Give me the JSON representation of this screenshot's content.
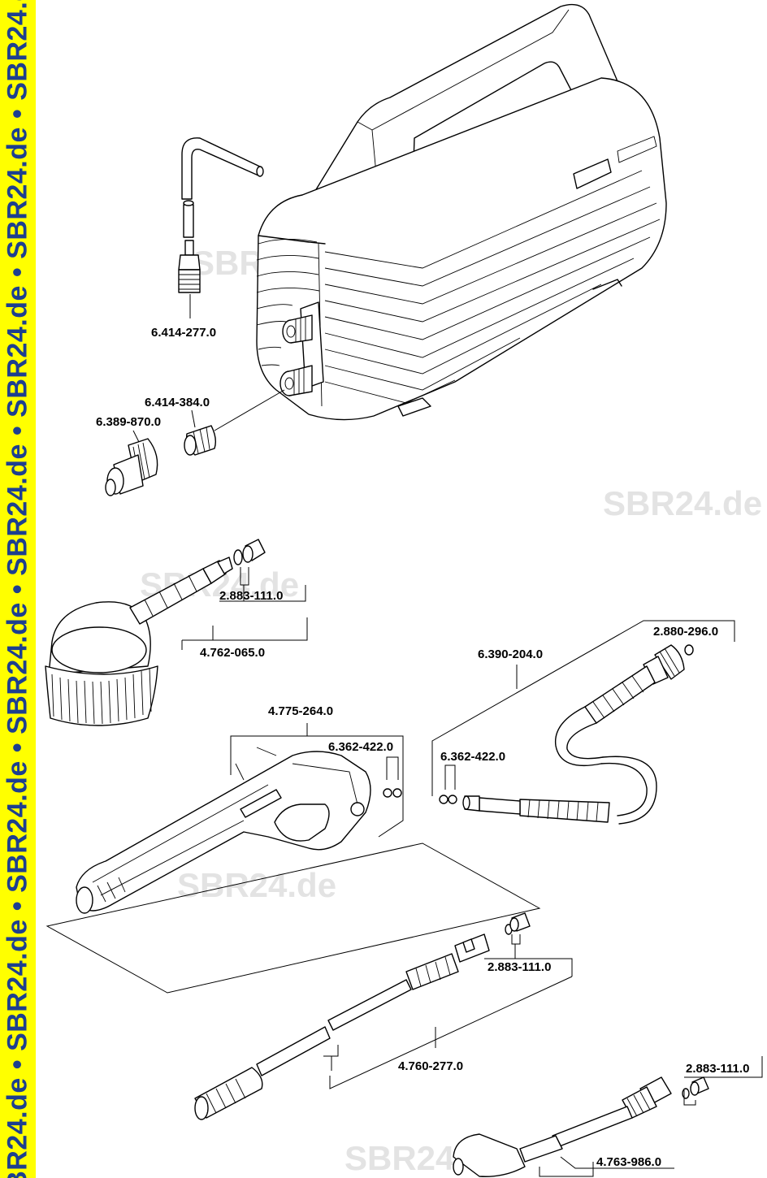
{
  "banner": {
    "text": "SBR24.de • SBR24.de • SBR24.de • SBR24.de • SBR24.de • SBR24.de • SBR24.de • SBR24.de",
    "color": "#ffff00",
    "text_color": "#1d3f8f"
  },
  "watermarks": [
    "SBR24.de",
    "SBR24.de",
    "SBR24.de",
    "SBR24.de",
    "SBR24.de"
  ],
  "parts": {
    "p1": "6.414-277.0",
    "p2": "6.414-384.0",
    "p3": "6.389-870.0",
    "p4": "2.883-111.0",
    "p5": "4.762-065.0",
    "p6": "4.775-264.0",
    "p7": "6.362-422.0",
    "p8": "6.390-204.0",
    "p9": "2.880-296.0",
    "p10": "6.362-422.0",
    "p11": "2.883-111.0",
    "p12": "4.760-277.0",
    "p13": "2.883-111.0",
    "p14": "4.763-986.0"
  }
}
